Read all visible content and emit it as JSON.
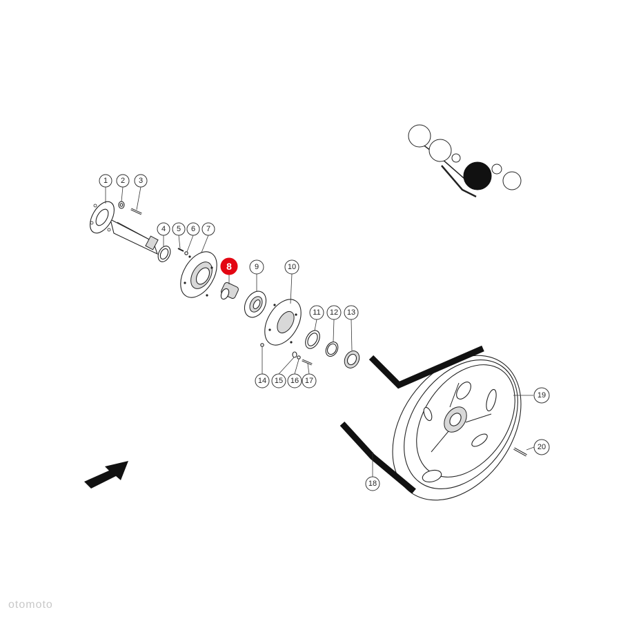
{
  "diagram": {
    "highlighted_part": "8",
    "highlight_color": "#e30613",
    "callouts": [
      {
        "id": "1",
        "label": "1"
      },
      {
        "id": "2",
        "label": "2"
      },
      {
        "id": "3",
        "label": "3"
      },
      {
        "id": "4",
        "label": "4"
      },
      {
        "id": "5",
        "label": "5"
      },
      {
        "id": "6",
        "label": "6"
      },
      {
        "id": "7",
        "label": "7"
      },
      {
        "id": "8",
        "label": "8"
      },
      {
        "id": "9",
        "label": "9"
      },
      {
        "id": "10",
        "label": "10"
      },
      {
        "id": "11",
        "label": "11"
      },
      {
        "id": "12",
        "label": "12"
      },
      {
        "id": "13",
        "label": "13"
      },
      {
        "id": "14",
        "label": "14"
      },
      {
        "id": "15",
        "label": "15"
      },
      {
        "id": "16",
        "label": "16"
      },
      {
        "id": "17",
        "label": "17"
      },
      {
        "id": "18",
        "label": "18"
      },
      {
        "id": "19",
        "label": "19"
      },
      {
        "id": "20",
        "label": "20"
      }
    ],
    "direction_arrow_icon": "arrow-up-right-icon",
    "locator_icon": "belt-drive-locator-icon"
  },
  "watermark": {
    "text": "otomoto"
  }
}
